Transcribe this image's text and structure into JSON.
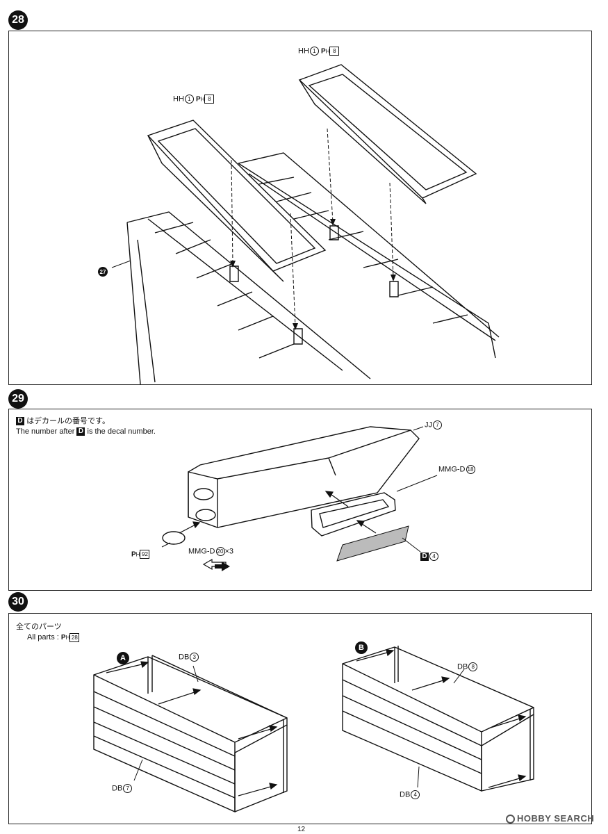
{
  "steps": {
    "s28": {
      "number": "28",
      "part_left": {
        "name": "HH",
        "num": "1",
        "paint": "8"
      },
      "part_right": {
        "name": "HH",
        "num": "1",
        "paint": "8"
      },
      "ref": "27"
    },
    "s29": {
      "number": "29",
      "note_ja": "はデカールの番号です。",
      "note_en_pre": "The number after",
      "note_en_post": "is the decal number.",
      "note_d": "D",
      "jj": {
        "name": "JJ",
        "num": "7"
      },
      "mmg18": {
        "name": "MMG-D",
        "num": "18"
      },
      "mmg20": {
        "name": "MMG-D",
        "num": "20",
        "qty": "×3"
      },
      "paint": "92",
      "decal": {
        "letter": "D",
        "num": "4"
      }
    },
    "s30": {
      "number": "30",
      "all_parts_ja": "全てのパーツ",
      "all_parts_en": "All parts",
      "paint": "28",
      "variant_a": "A",
      "variant_b": "B",
      "db3": {
        "name": "DB",
        "num": "3"
      },
      "db7": {
        "name": "DB",
        "num": "7"
      },
      "db8": {
        "name": "DB",
        "num": "8"
      },
      "db4": {
        "name": "DB",
        "num": "4"
      }
    }
  },
  "paint_mark": "P",
  "paint_sub": "H",
  "page_number": "12",
  "watermark": "HOBBY SEARCH"
}
